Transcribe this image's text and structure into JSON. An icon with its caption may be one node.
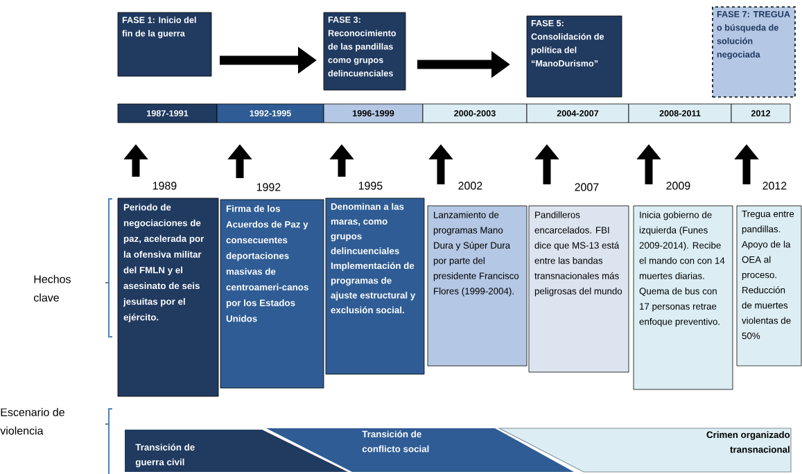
{
  "diagram": {
    "nodes": [
      {
        "text": [
          "FASE 1: Inicio del fin de la guerra"
        ]
      },
      {
        "text": [
          "FASE 3: Reconocimiento de las pandillas como grupos delincuenciales"
        ]
      },
      {
        "text": [
          "FASE 5: Consolidación de política del “ManoDurismo”"
        ]
      },
      {
        "text": [
          "FASE 7: TREGUA o búsqueda de solución negociada"
        ]
      },
      {
        "text": [
          "1987-1991"
        ]
      },
      {
        "text": [
          "1992-1995"
        ]
      },
      {
        "text": [
          "1996-1999"
        ]
      },
      {
        "text": [
          "2000-2003"
        ]
      },
      {
        "text": [
          "2004-2007"
        ]
      },
      {
        "text": [
          "2008-2011"
        ]
      },
      {
        "text": [
          "2012"
        ]
      },
      {
        "text": [
          "Periodo de negociaciones de paz, acelerada por la ofensiva militar del FMLN y el asesinato de seis jesuitas por el ejército."
        ]
      },
      {
        "text": [
          "Firma de los Acuerdos de Paz y consecuentes deportaciones masivas de centroameri-canos por los Estados Unidos"
        ]
      },
      {
        "text": [
          "Denominan a las maras, como grupos delincuenciales",
          "Implementación de programas de ajuste estructural y exclusión social."
        ]
      },
      {
        "text": [
          "Lanzamiento de programas Mano Dura y Súper Dura por parte del presidente Francisco Flores (1999-2004)."
        ]
      },
      {
        "text": [
          "Pandilleros encarcelados. FBI dice que MS-13 está entre las bandas transnacionales más peligrosas del mundo"
        ]
      },
      {
        "text": [
          "Inicia gobierno de izquierda (Funes 2009-2014). Recibe el mando con con 14 muertes diarias. Quema de bus con 17 personas retrae enfoque preventivo."
        ]
      },
      {
        "text": [
          "Tregua entre pandillas. Apoyo de la OEA al proceso. Reducción de muertes violentas de 50%"
        ]
      },
      {
        "text": [
          "Transición de guerra civil"
        ]
      },
      {
        "text": [
          "Transición de conflicto social"
        ]
      },
      {
        "text": [
          "Crimen organizado transnacional"
        ]
      }
    ],
    "edges": [
      {
        "from": 0,
        "to": 1,
        "arrow": "to"
      },
      {
        "from": 1,
        "to": 2,
        "arrow": "to"
      },
      {
        "from": 11,
        "to": 4,
        "arrow": "to",
        "label": "1989"
      },
      {
        "from": 12,
        "to": 5,
        "arrow": "to",
        "label": "1992"
      },
      {
        "from": 13,
        "to": 6,
        "arrow": "to",
        "label": "1995"
      },
      {
        "from": 14,
        "to": 7,
        "arrow": "to",
        "label": "2002"
      },
      {
        "from": 15,
        "to": 8,
        "arrow": "to",
        "label": "2007"
      },
      {
        "from": 16,
        "to": 9,
        "arrow": "to",
        "label": "2009"
      },
      {
        "from": 17,
        "to": 10,
        "arrow": "to",
        "label": "2012"
      }
    ],
    "labels": [
      "Hechos clave",
      "Escenario de violencia"
    ]
  }
}
